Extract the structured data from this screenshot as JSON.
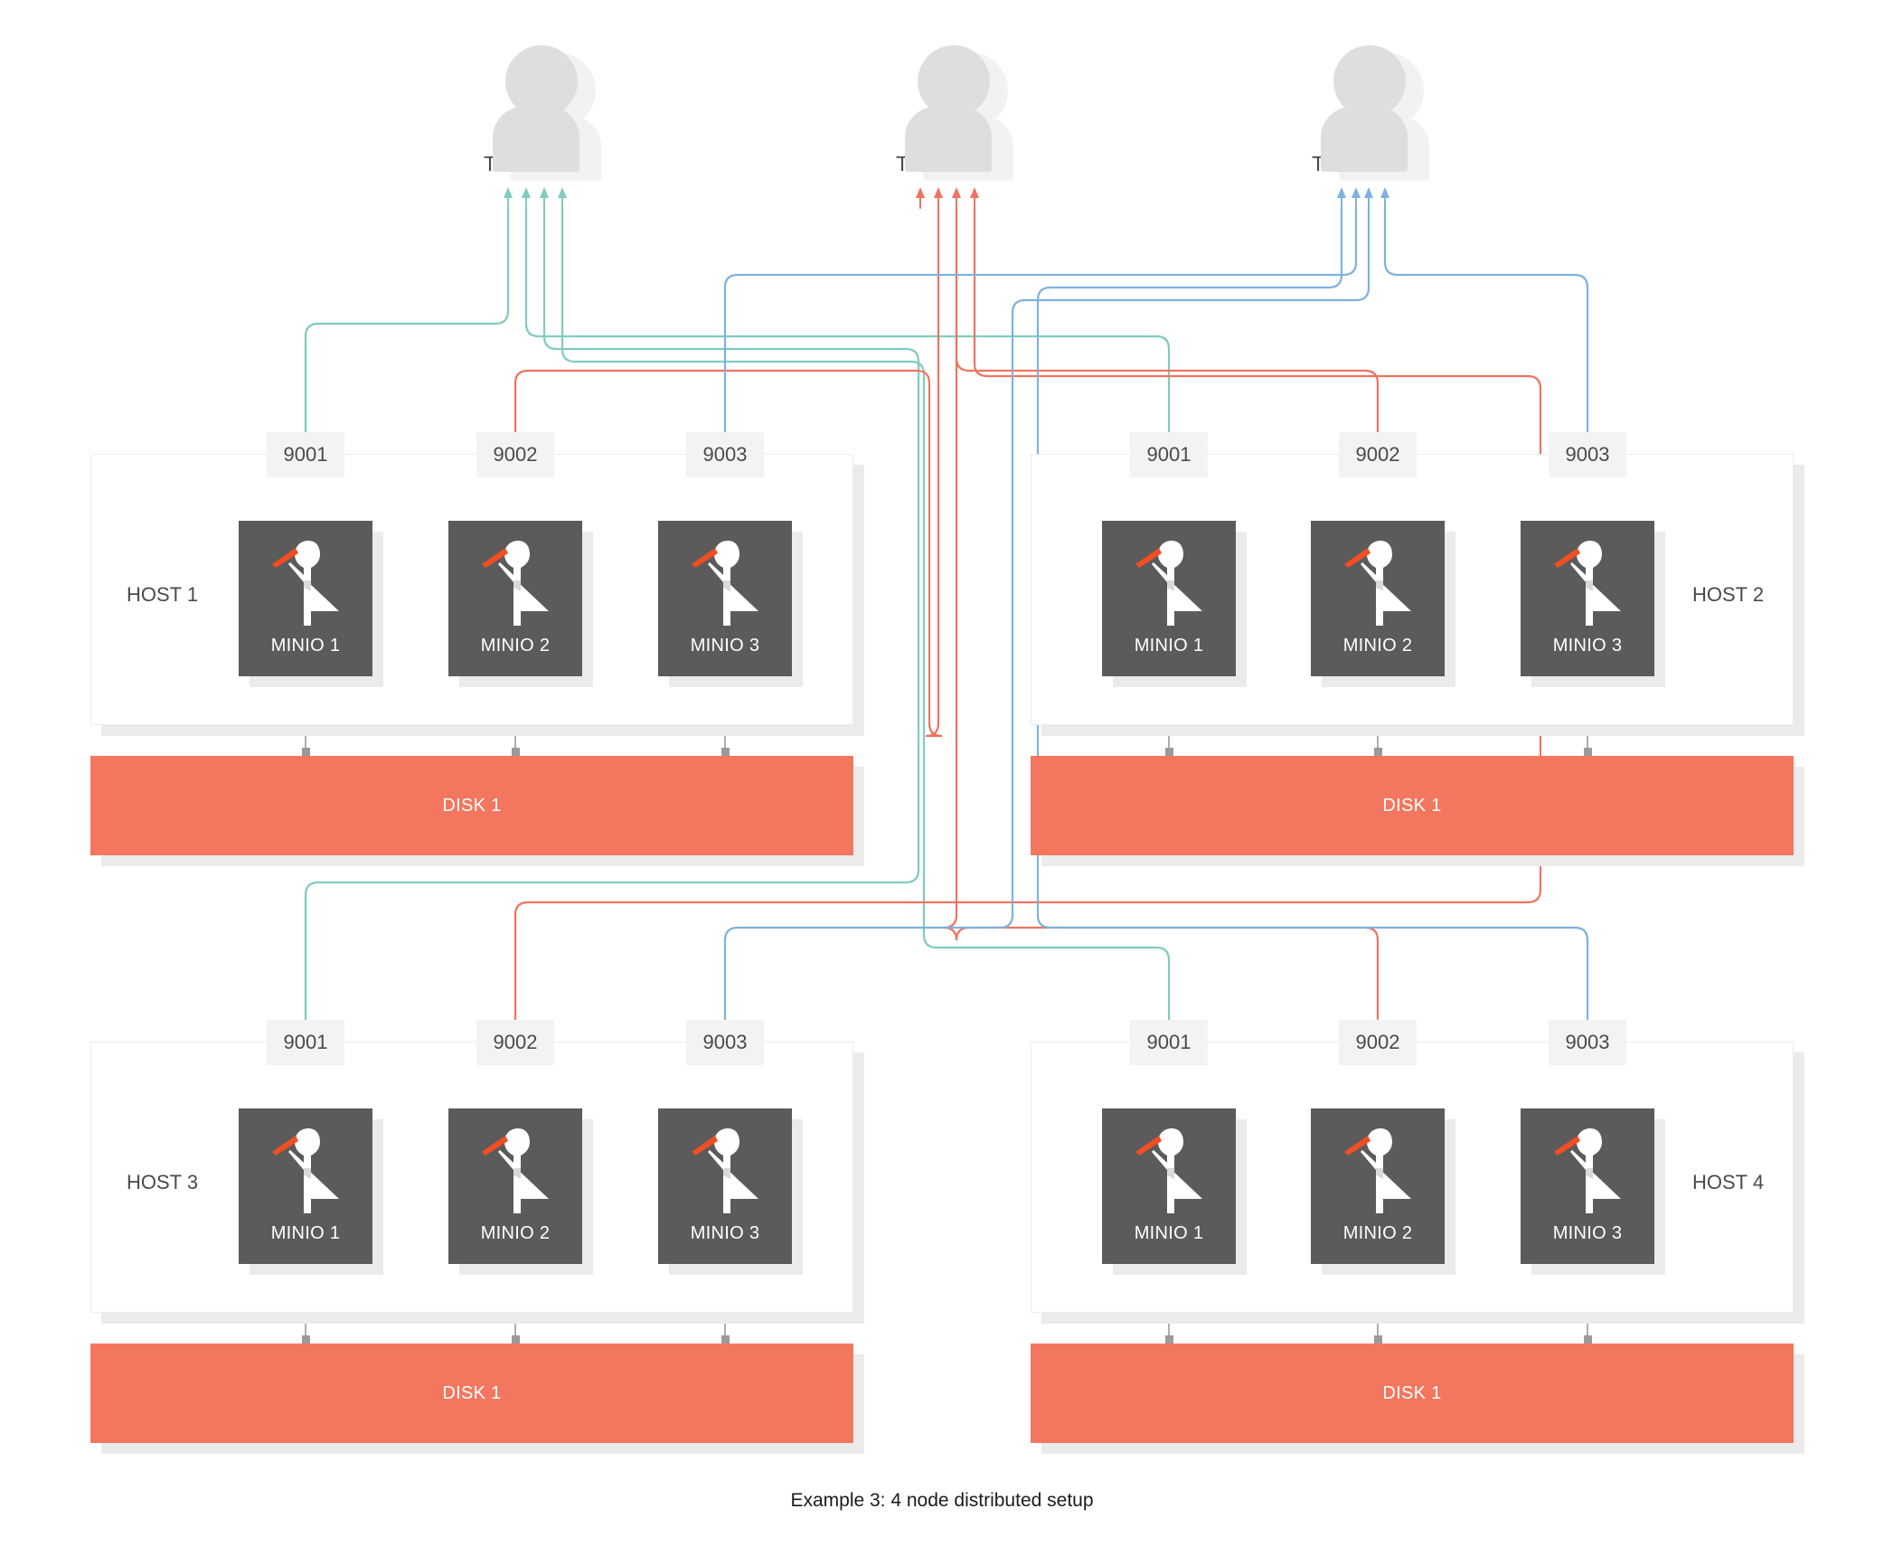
{
  "diagram": {
    "caption": "Example 3: 4 node distributed setup",
    "colors": {
      "tenant1_flow": "#7fcbc0",
      "tenant2_flow": "#ef7360",
      "tenant3_flow": "#7fb1dd",
      "minio_box": "#5b5b5b",
      "disk_bar": "#f3775f",
      "port_chip": "#f3f3f3",
      "host_border": "#ececec",
      "shadow": "#ebebeb",
      "logo_beak": "#f04e23",
      "text": "#4a4a4a"
    },
    "tenants": [
      {
        "id": "tenant-1",
        "label": "TENANT 1",
        "flow_color": "#7fcbc0",
        "port": "9001"
      },
      {
        "id": "tenant-2",
        "label": "TENANT 2",
        "flow_color": "#ef7360",
        "port": "9002"
      },
      {
        "id": "tenant-3",
        "label": "TENANT 3",
        "flow_color": "#7fb1dd",
        "port": "9003"
      }
    ],
    "hosts": [
      {
        "id": "host-1",
        "label": "HOST 1",
        "label_side": "left",
        "ports": [
          "9001",
          "9002",
          "9003"
        ],
        "nodes": [
          "MINIO 1",
          "MINIO 2",
          "MINIO 3"
        ],
        "disk": "DISK 1"
      },
      {
        "id": "host-2",
        "label": "HOST 2",
        "label_side": "right",
        "ports": [
          "9001",
          "9002",
          "9003"
        ],
        "nodes": [
          "MINIO 1",
          "MINIO 2",
          "MINIO 3"
        ],
        "disk": "DISK 1"
      },
      {
        "id": "host-3",
        "label": "HOST 3",
        "label_side": "left",
        "ports": [
          "9001",
          "9002",
          "9003"
        ],
        "nodes": [
          "MINIO 1",
          "MINIO 2",
          "MINIO 3"
        ],
        "disk": "DISK 1"
      },
      {
        "id": "host-4",
        "label": "HOST 4",
        "label_side": "right",
        "ports": [
          "9001",
          "9002",
          "9003"
        ],
        "nodes": [
          "MINIO 1",
          "MINIO 2",
          "MINIO 3"
        ],
        "disk": "DISK 1"
      }
    ]
  }
}
